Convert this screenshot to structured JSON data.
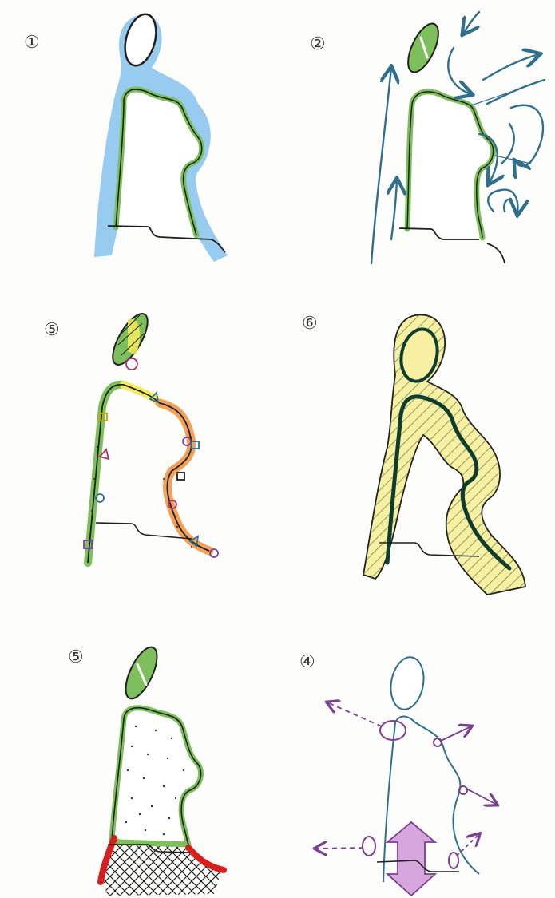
{
  "panels": [
    {
      "id": "p1",
      "number": "①",
      "theme": "blue-halo"
    },
    {
      "id": "p2",
      "number": "②",
      "theme": "wind-arrows"
    },
    {
      "id": "p3",
      "number": "⑤",
      "theme": "edge-markers"
    },
    {
      "id": "p4",
      "number": "⑥",
      "theme": "hatched-buffer"
    },
    {
      "id": "p5",
      "number": "⑤",
      "theme": "dotted-fill-crosshatch-base"
    },
    {
      "id": "p6",
      "number": "④",
      "theme": "connections-arrows"
    }
  ],
  "colors": {
    "outline": "#1f1f1f",
    "green": "#7dbf5b",
    "blue": "#8cc7ee",
    "arrow_blue": "#2e6f8e",
    "yellow": "#f7f0a3",
    "orange": "#f2a15b",
    "purple": "#b07ac4",
    "lilac": "#d6a6dc",
    "red": "#d81e1e",
    "dark_green": "#0e3d2e"
  }
}
